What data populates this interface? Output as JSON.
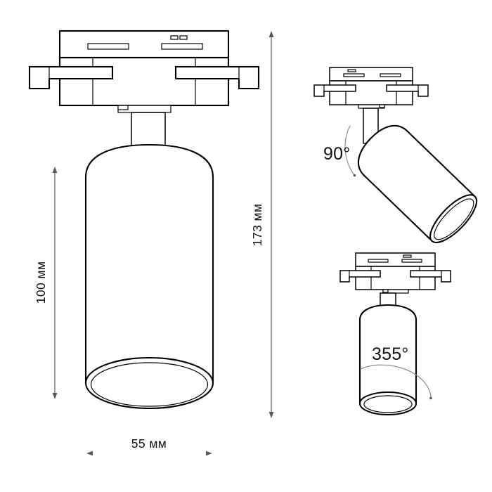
{
  "drawing": {
    "title": "Track spotlight technical drawing",
    "line_color": "#000000",
    "dimension_color": "#58585c",
    "arc_color": "#8d8d92",
    "background": "#ffffff",
    "units": "мм"
  },
  "dimensions": {
    "height_overall": "173 мм",
    "height_body": "100 мм",
    "width_body": "55 мм"
  },
  "angles": {
    "tilt": "90°",
    "rotation": "355°"
  },
  "views": {
    "main": {
      "name": "front-elevation",
      "label": "main-front-view"
    },
    "tilt": {
      "name": "tilt-view",
      "label": "90-degree-tilt-view"
    },
    "rotation": {
      "name": "rotation-view",
      "label": "355-degree-rotation-view"
    }
  }
}
